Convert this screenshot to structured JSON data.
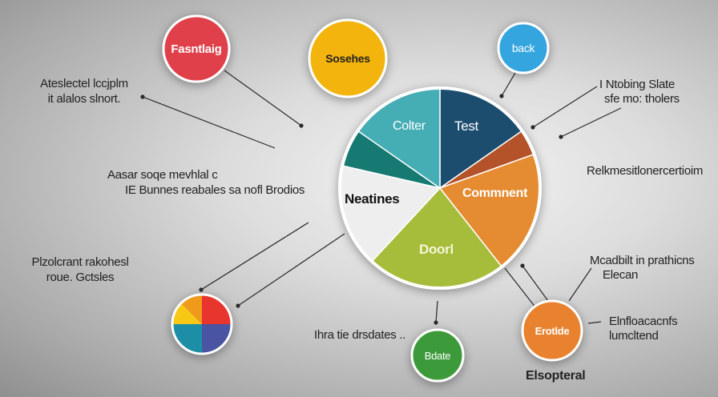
{
  "pie": {
    "slices": [
      {
        "label": "Test",
        "share": 15.3,
        "color": "#1f4e6e",
        "text_color": "#ffffff"
      },
      {
        "label": "",
        "share": 4.2,
        "color": "#b4522a",
        "text_color": "#ffffff"
      },
      {
        "label": "Commnent",
        "share": 19.9,
        "color": "#e58b33",
        "text_color": "#ffffff"
      },
      {
        "label": "Doorl",
        "share": 22.5,
        "color": "#a6bd3a",
        "text_color": "#f6f6d8"
      },
      {
        "label": "Neatines",
        "share": 16.7,
        "color": "#eeeeee",
        "text_color": "#111111"
      },
      {
        "label": "",
        "share": 6.1,
        "color": "#127a72",
        "text_color": "#ffffff"
      },
      {
        "label": "Colter",
        "share": 15.3,
        "color": "#45adb4",
        "text_color": "#ffffff"
      }
    ]
  },
  "bubbles": {
    "red": {
      "label": "Fasntlaig",
      "color": "#e0404a"
    },
    "yellow": {
      "label": "Sosehes",
      "color": "#f3b40c"
    },
    "blue": {
      "label": "back",
      "color": "#35a5e0"
    },
    "green": {
      "label": "Bdate",
      "color": "#3d9a3a"
    },
    "orange": {
      "label": "Erotlde",
      "color": "#e9822e"
    },
    "multicolor": {
      "colors": [
        "#e8352f",
        "#4a55a2",
        "#1a8fa6",
        "#f8c817",
        "#f09a1a"
      ]
    }
  },
  "labels": {
    "top_left": [
      "Ateslectel lccjplm",
      "it alalos slnort."
    ],
    "mid_left": [
      "Aasar soqe mevhlal  c",
      "IE Bunnes reabales sa nofl Brodios"
    ],
    "bottom_left": [
      "Plzolcrant rakohesl",
      "roue. Gctsles"
    ],
    "top_right": [
      "I Ntobing Slate",
      "sfe mo: tholers"
    ],
    "mid_right": "Relkmesitlonercertioim",
    "bottom_right_1": [
      "Mcadbilt in prathicns",
      "Elecan"
    ],
    "bottom_right_2": [
      "Elnfloacacnfs",
      "lumcltend"
    ],
    "bottom_center": "Ihra tie drsdates ..",
    "bottom_caption": "Elsopteral"
  }
}
